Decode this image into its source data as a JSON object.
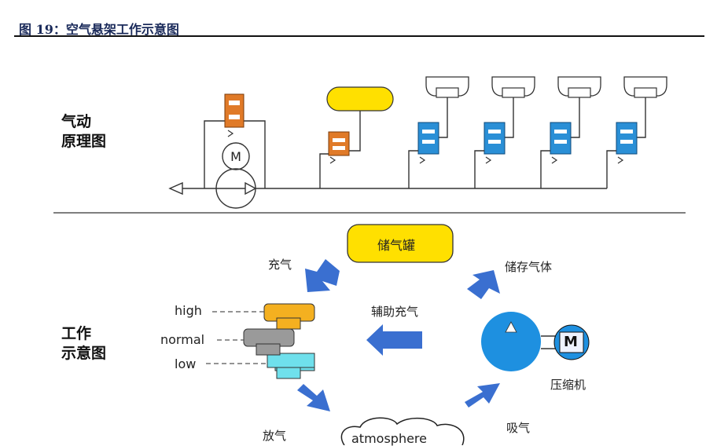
{
  "figure": {
    "title": "图 19：空气悬架工作示意图"
  },
  "top_section": {
    "label_line1": "气动",
    "label_line2": "原理图"
  },
  "bottom_section": {
    "label_line1": "工作",
    "label_line2": "示意图",
    "tank_label": "储气罐",
    "charge_label": "充气",
    "store_label": "储存气体",
    "assist_label": "辅助充气",
    "compressor_label": "压缩机",
    "motor_label": "M",
    "intake_label": "吸气",
    "exhaust_label": "放气",
    "atmosphere_label": "atmosphere",
    "levels": {
      "high": "high",
      "normal": "normal",
      "low": "low"
    }
  },
  "colors": {
    "orange_valve": "#e07a28",
    "blue_valve": "#2a8fd6",
    "tank_yellow": "#ffe000",
    "arrow_blue": "#3a6fd0",
    "compressor_blue": "#1e90e0",
    "high_color": "#f4b020",
    "normal_color": "#9a9a9a",
    "low_color": "#6fe0ec"
  }
}
